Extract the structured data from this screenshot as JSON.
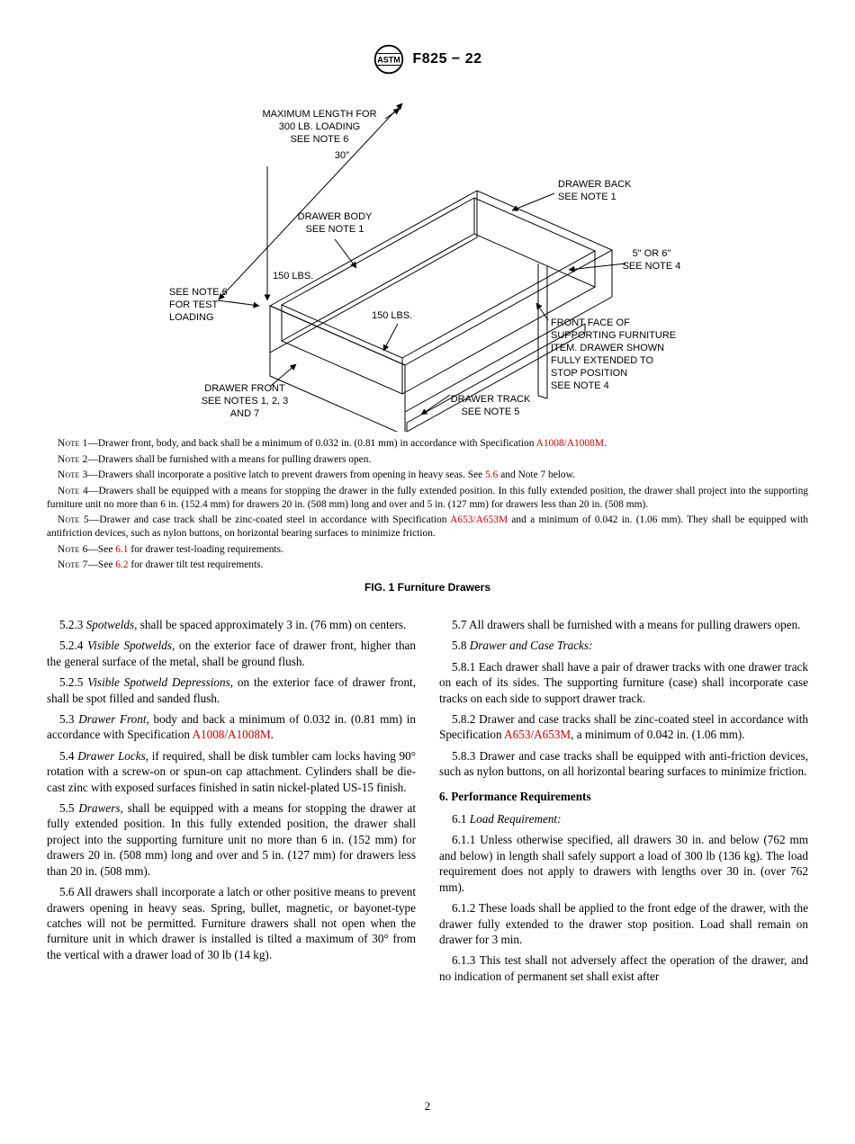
{
  "colors": {
    "link": "#CC0000",
    "text": "#000000",
    "background": "#FFFFFF"
  },
  "header": {
    "logo_text": "ASTM",
    "designation": "F825 − 22"
  },
  "figure": {
    "caption": "FIG. 1 Furniture Drawers",
    "labels": {
      "max_length": [
        "MAXIMUM LENGTH FOR",
        "300 LB. LOADING",
        "SEE NOTE 6"
      ],
      "dim_30": "30\"",
      "drawer_back": [
        "DRAWER BACK",
        "SEE NOTE 1"
      ],
      "drawer_body": [
        "DRAWER BODY",
        "SEE NOTE 1"
      ],
      "five_or_six": [
        "5\" OR 6\"",
        "SEE NOTE 4"
      ],
      "load_left": "150 LBS.",
      "load_center": "150 LBS.",
      "see_note_6": [
        "SEE NOTE 6",
        "FOR TEST",
        "LOADING"
      ],
      "front_face": [
        "FRONT FACE OF",
        "SUPPORTING FURNITURE",
        "ITEM. DRAWER SHOWN",
        "FULLY EXTENDED TO",
        "STOP POSITION",
        "SEE NOTE 4"
      ],
      "drawer_front": [
        "DRAWER FRONT",
        "SEE NOTES 1, 2, 3",
        "AND 7"
      ],
      "drawer_track": [
        "DRAWER TRACK",
        "SEE NOTE 5"
      ]
    }
  },
  "notes": [
    {
      "label": "Note 1",
      "segments": [
        {
          "t": "—Drawer front, body, and back shall be a minimum of 0.032 in. (0.81 mm) in accordance with Specification "
        },
        {
          "t": "A1008/A1008M",
          "s": "link"
        },
        {
          "t": "."
        }
      ]
    },
    {
      "label": "Note 2",
      "segments": [
        {
          "t": "—Drawers shall be furnished with a means for pulling drawers open."
        }
      ]
    },
    {
      "label": "Note 3",
      "segments": [
        {
          "t": "—Drawers shall incorporate a positive latch to prevent drawers from opening in heavy seas. See "
        },
        {
          "t": "5.6",
          "s": "link"
        },
        {
          "t": " and Note 7 below."
        }
      ]
    },
    {
      "label": "Note 4",
      "segments": [
        {
          "t": "—Drawers shall be equipped with a means for stopping the drawer in the fully extended position. In this fully extended position, the drawer shall project into the supporting furniture unit no more than 6 in. (152.4 mm) for drawers 20 in. (508 mm) long and over and 5 in. (127 mm) for drawers less than 20 in. (508 mm)."
        }
      ]
    },
    {
      "label": "Note 5",
      "segments": [
        {
          "t": "—Drawer and case track shall be zinc-coated steel in accordance with Specification "
        },
        {
          "t": "A653/A653M",
          "s": "link"
        },
        {
          "t": " and a minimum of 0.042 in. (1.06 mm). They shall be equipped with antifriction devices, such as nylon buttons, on horizontal bearing surfaces to minimize friction."
        }
      ]
    },
    {
      "label": "Note 6",
      "segments": [
        {
          "t": "—See "
        },
        {
          "t": "6.1",
          "s": "link"
        },
        {
          "t": " for drawer test-loading requirements."
        }
      ]
    },
    {
      "label": "Note 7",
      "segments": [
        {
          "t": "—See "
        },
        {
          "t": "6.2",
          "s": "link"
        },
        {
          "t": " for drawer tilt test requirements."
        }
      ]
    }
  ],
  "body": {
    "left": [
      {
        "segments": [
          {
            "t": "5.2.3 "
          },
          {
            "t": "Spotwelds,",
            "s": "italic"
          },
          {
            "t": " shall be spaced approximately 3 in. (76 mm) on centers."
          }
        ]
      },
      {
        "segments": [
          {
            "t": "5.2.4 "
          },
          {
            "t": "Visible Spotwelds,",
            "s": "italic"
          },
          {
            "t": " on the exterior face of drawer front, higher than the general surface of the metal, shall be ground flush."
          }
        ]
      },
      {
        "segments": [
          {
            "t": "5.2.5 "
          },
          {
            "t": "Visible Spotweld Depressions,",
            "s": "italic"
          },
          {
            "t": " on the exterior face of drawer front, shall be spot filled and sanded flush."
          }
        ]
      },
      {
        "segments": [
          {
            "t": "5.3 "
          },
          {
            "t": "Drawer Front,",
            "s": "italic"
          },
          {
            "t": " body and back a minimum of 0.032 in. (0.81 mm) in accordance with Specification "
          },
          {
            "t": "A1008/A1008M",
            "s": "link"
          },
          {
            "t": "."
          }
        ]
      },
      {
        "segments": [
          {
            "t": "5.4 "
          },
          {
            "t": "Drawer Locks,",
            "s": "italic"
          },
          {
            "t": " if required, shall be disk tumbler cam locks having 90° rotation with a screw-on or spun-on cap attachment. Cylinders shall be die-cast zinc with exposed surfaces finished in satin nickel-plated US-15 finish."
          }
        ]
      },
      {
        "segments": [
          {
            "t": "5.5 "
          },
          {
            "t": "Drawers,",
            "s": "italic"
          },
          {
            "t": " shall be equipped with a means for stopping the drawer at fully extended position. In this fully extended position, the drawer shall project into the supporting furniture unit no more than 6 in. (152 mm) for drawers 20 in. (508 mm) long and over and 5 in. (127 mm) for drawers less than 20 in. (508 mm)."
          }
        ]
      },
      {
        "segments": [
          {
            "t": "5.6 All drawers shall incorporate a latch or other positive means to prevent drawers opening in heavy seas. Spring, bullet, magnetic, or bayonet-type catches will not be permitted. Furniture drawers shall not open when the furniture unit in which drawer is installed is tilted a maximum of 30° from the vertical with a drawer load of 30 lb (14 kg)."
          }
        ]
      }
    ],
    "right": [
      {
        "segments": [
          {
            "t": "5.7 All drawers shall be furnished with a means for pulling drawers open."
          }
        ]
      },
      {
        "segments": [
          {
            "t": "5.8 "
          },
          {
            "t": "Drawer and Case Tracks:",
            "s": "italic"
          }
        ]
      },
      {
        "segments": [
          {
            "t": "5.8.1 Each drawer shall have a pair of drawer tracks with one drawer track on each of its sides. The supporting furniture (case) shall incorporate case tracks on each side to support drawer track."
          }
        ]
      },
      {
        "segments": [
          {
            "t": "5.8.2 Drawer and case tracks shall be zinc-coated steel in accordance with Specification "
          },
          {
            "t": "A653/A653M",
            "s": "link"
          },
          {
            "t": ", a minimum of 0.042 in. (1.06 mm)."
          }
        ]
      },
      {
        "segments": [
          {
            "t": "5.8.3 Drawer and case tracks shall be equipped with anti-friction devices, such as nylon buttons, on all horizontal bearing surfaces to minimize friction."
          }
        ]
      },
      {
        "type": "heading",
        "segments": [
          {
            "t": "6. Performance Requirements",
            "s": "bold"
          }
        ]
      },
      {
        "segments": [
          {
            "t": "6.1 "
          },
          {
            "t": "Load Requirement:",
            "s": "italic"
          }
        ]
      },
      {
        "segments": [
          {
            "t": "6.1.1 Unless otherwise specified, all drawers 30 in. and below (762 mm and below) in length shall safely support a load of 300 lb (136 kg). The load requirement does not apply to drawers with lengths over 30 in. (over 762 mm)."
          }
        ]
      },
      {
        "segments": [
          {
            "t": "6.1.2 These loads shall be applied to the front edge of the drawer, with the drawer fully extended to the drawer stop position. Load shall remain on drawer for 3 min."
          }
        ]
      },
      {
        "segments": [
          {
            "t": "6.1.3 This test shall not adversely affect the operation of the drawer, and no indication of permanent set shall exist after"
          }
        ]
      }
    ]
  },
  "footer": {
    "page_number": "2"
  }
}
